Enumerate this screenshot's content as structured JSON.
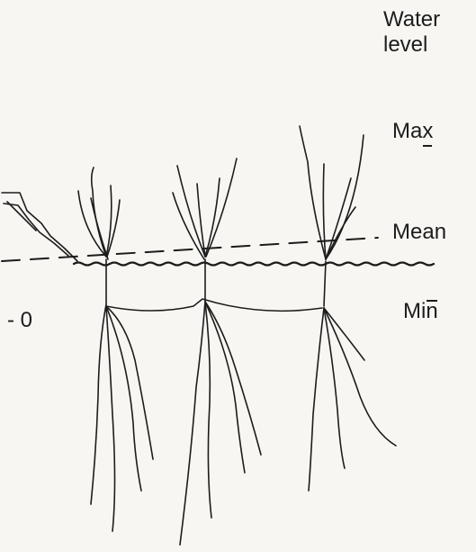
{
  "labels": {
    "heading_line1": "Water",
    "heading_line2": "level",
    "max_prefix": "Ma",
    "max_mark": "x",
    "mean": "Mean",
    "min_prefix": "Mi",
    "min_mark": "n",
    "zero": "- 0"
  },
  "colors": {
    "ink": "#1c1c1c",
    "paper": "#f7f6f2"
  }
}
